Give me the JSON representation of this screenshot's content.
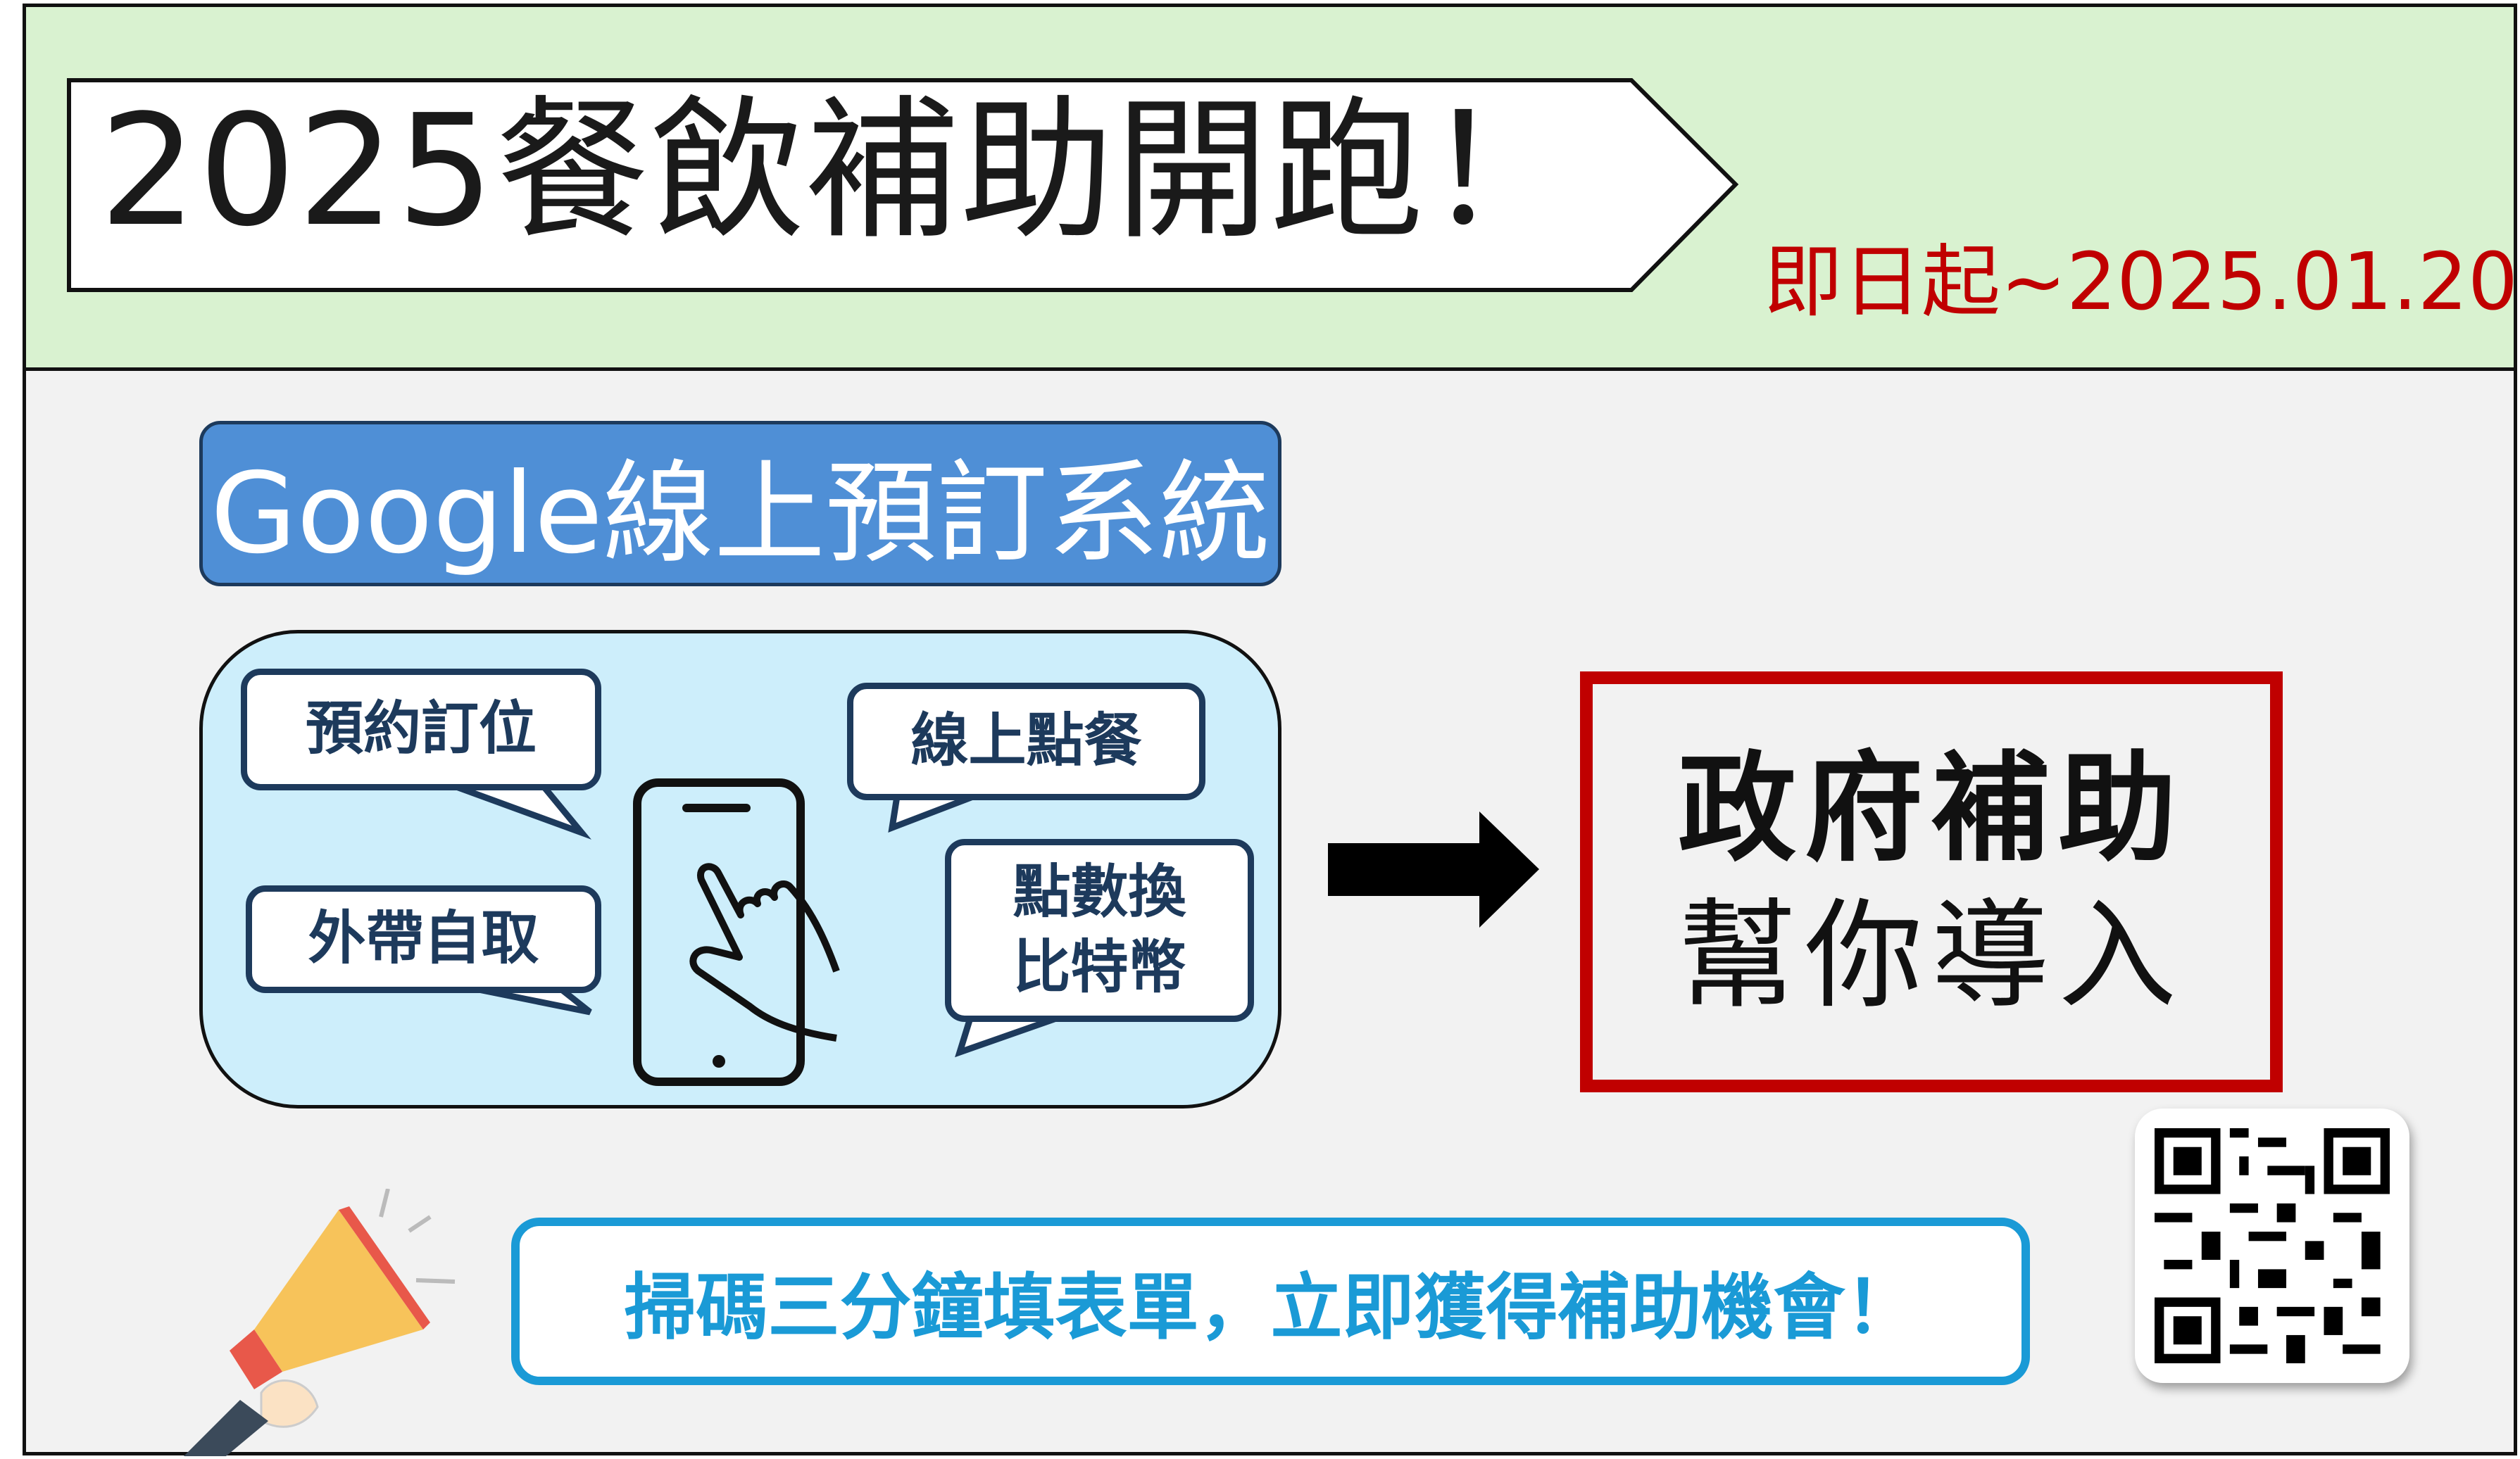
{
  "header": {
    "title": "2025餐飲補助開跑！",
    "date": "即日起~2025.01.20"
  },
  "system_label": "Google線上預訂系統",
  "features": {
    "reserve": "預約訂位",
    "order": "線上點餐",
    "takeout": "外帶自取",
    "points_line1": "點數換",
    "points_line2": "比特幣"
  },
  "subsidy": {
    "line1": "政府補助",
    "line2": "幫你導入"
  },
  "banner": "掃碼三分鐘填表單，立即獲得補助機會！",
  "colors": {
    "header_bg": "#d9f2d0",
    "date": "#c00000",
    "label_bg": "#4f8fd6",
    "panel_bg": "#cdeefb",
    "red_box": "#c00000",
    "banner": "#1a9ad6"
  }
}
